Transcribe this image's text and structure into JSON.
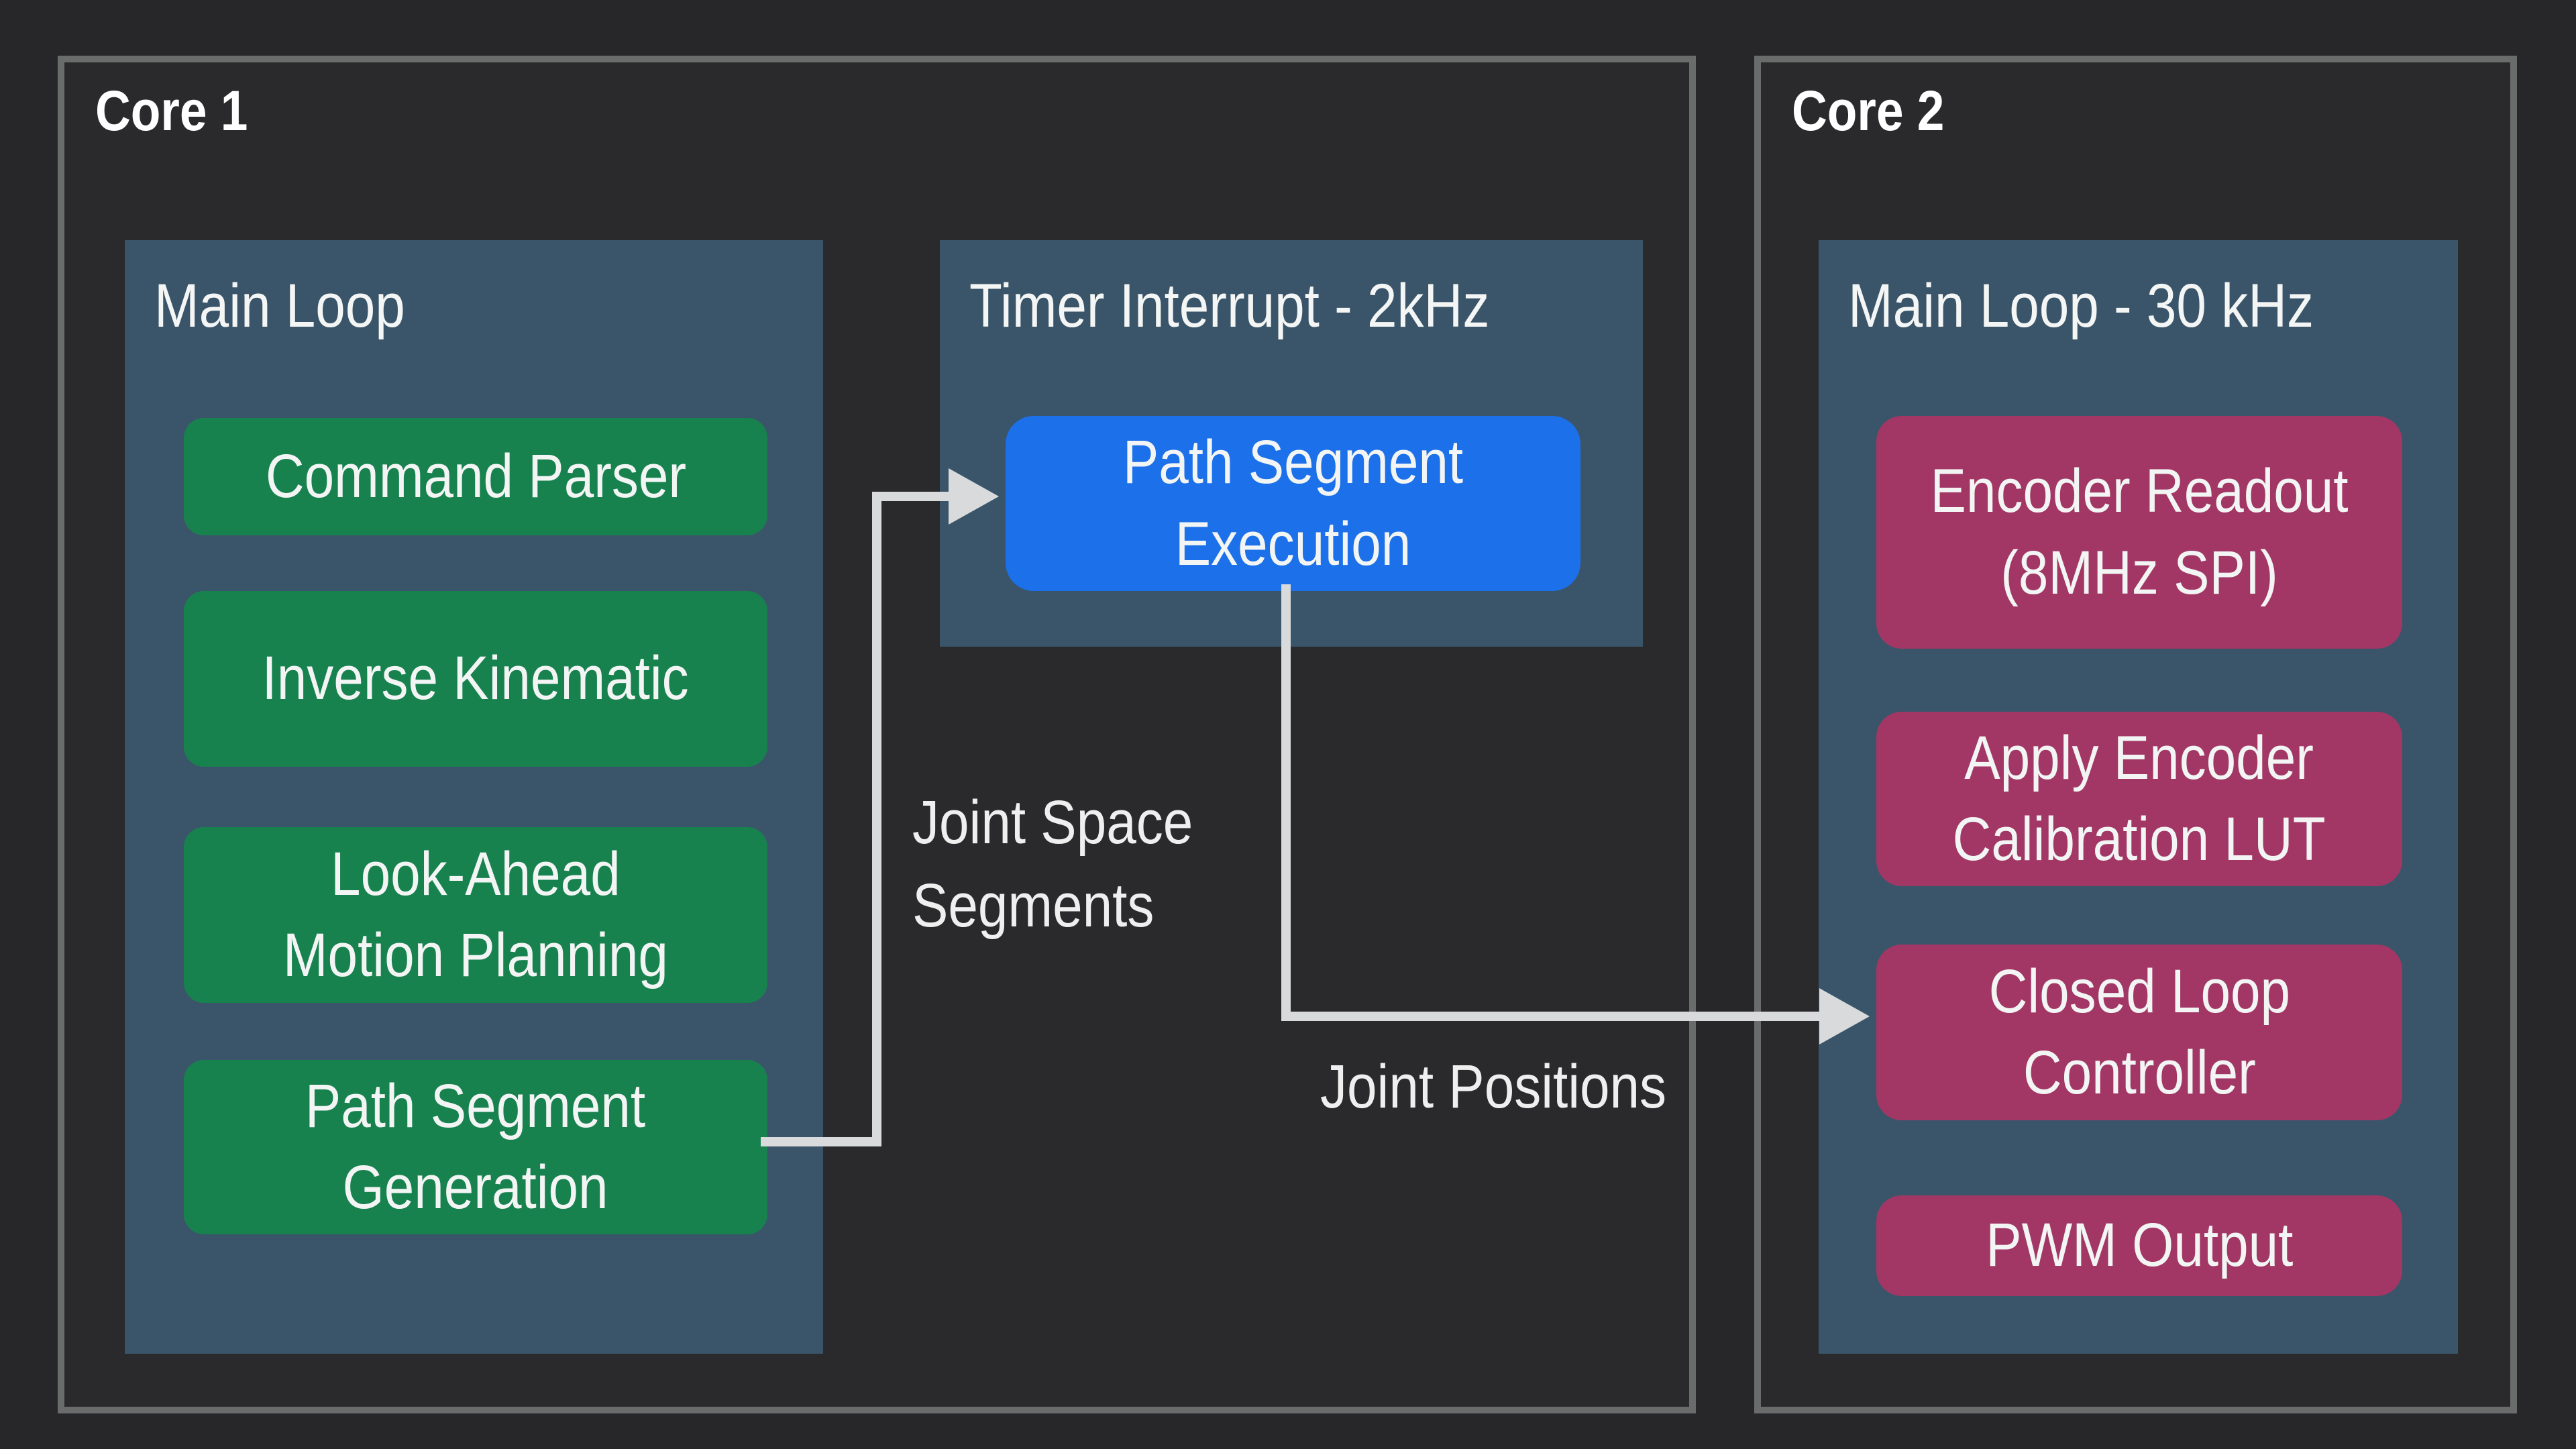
{
  "diagram": {
    "title_font_note": "dual-core firmware architecture diagram",
    "colors": {
      "page_background": "#272729",
      "core_fill": "#2a2a2c",
      "core_border": "#6a6c6c",
      "panel_slate": "#3a5569",
      "block_green": "#18824f",
      "block_blue": "#1c70ea",
      "block_magenta": "#a23765",
      "arrow_gray": "#d8dadb",
      "text": "#f2f5f4"
    },
    "core1": {
      "title": "Core 1",
      "main_loop": {
        "title": "Main Loop",
        "blocks": [
          {
            "label": "Command Parser"
          },
          {
            "label": "Inverse Kinematic"
          },
          {
            "label": "Look-Ahead\nMotion Planning"
          },
          {
            "label": "Path Segment\nGeneration"
          }
        ]
      },
      "timer_interrupt": {
        "title": "Timer Interrupt - 2kHz",
        "blocks": [
          {
            "label": "Path Segment\nExecution"
          }
        ]
      }
    },
    "core2": {
      "title": "Core 2",
      "main_loop": {
        "title": "Main Loop - 30 kHz",
        "blocks": [
          {
            "label": "Encoder Readout\n(8MHz SPI)"
          },
          {
            "label": "Apply Encoder\nCalibration LUT"
          },
          {
            "label": "Closed Loop\nController"
          },
          {
            "label": "PWM Output"
          }
        ]
      }
    },
    "arrows": [
      {
        "label": "Joint Space\nSegments",
        "from": "Path Segment Generation",
        "to": "Path Segment Execution"
      },
      {
        "label": "Joint Positions",
        "from": "Path Segment Execution",
        "to": "Closed Loop Controller"
      }
    ]
  }
}
